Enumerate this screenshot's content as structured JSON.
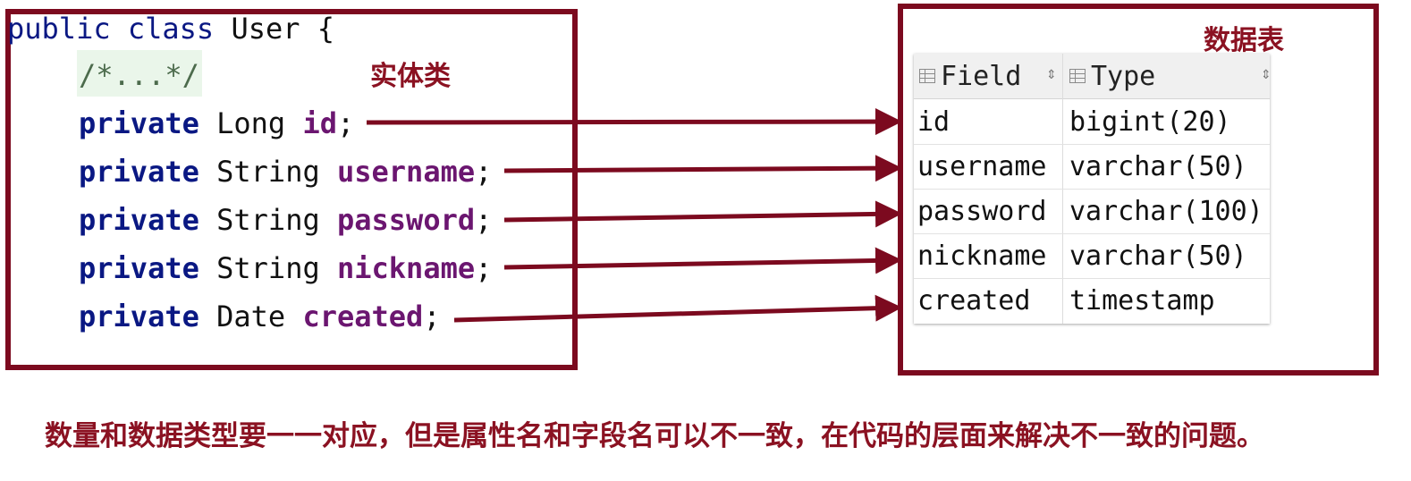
{
  "entity": {
    "label": "实体类",
    "class_decl": {
      "kw1": "public",
      "kw2": "class",
      "name": "User",
      "brace": "{"
    },
    "comment": "/*...*/",
    "fields": [
      {
        "modifier": "private",
        "type": "Long",
        "name": "id",
        "end": ";"
      },
      {
        "modifier": "private",
        "type": "String",
        "name": "username",
        "end": ";"
      },
      {
        "modifier": "private",
        "type": "String",
        "name": "password",
        "end": ";"
      },
      {
        "modifier": "private",
        "type": "String",
        "name": "nickname",
        "end": ";"
      },
      {
        "modifier": "private",
        "type": "Date",
        "name": "created",
        "end": ";"
      }
    ]
  },
  "table": {
    "label": "数据表",
    "headers": {
      "field": "Field",
      "type": "Type"
    },
    "rows": [
      {
        "field": "id",
        "type": "bigint(20)"
      },
      {
        "field": "username",
        "type": "varchar(50)"
      },
      {
        "field": "password",
        "type": "varchar(100)"
      },
      {
        "field": "nickname",
        "type": "varchar(50)"
      },
      {
        "field": "created",
        "type": "timestamp"
      }
    ]
  },
  "caption": "数量和数据类型要一一对应，但是属性名和字段名可以不一致，在代码的层面来解决不一致的问题。",
  "colors": {
    "frame": "#7c0a1f",
    "accent_text": "#8b1222",
    "keyword": "#0a1883",
    "field": "#6b1670"
  }
}
